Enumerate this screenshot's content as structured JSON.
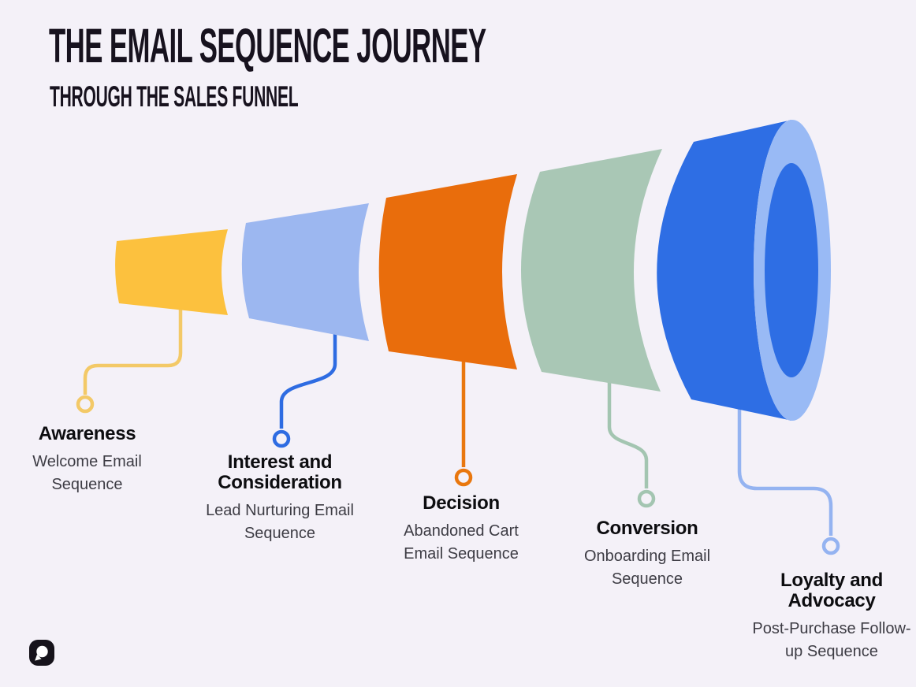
{
  "title": "THE EMAIL SEQUENCE JOURNEY",
  "subtitle": "THROUGH THE SALES FUNNEL",
  "palette": {
    "background": "#f4f1f8",
    "title_text": "#17121e",
    "heading_text": "#0d0d10",
    "body_text": "#3d3c44",
    "logo_color": "#16131b"
  },
  "funnel": {
    "stages": [
      {
        "name": "Awareness",
        "sequence": "Welcome Email Sequence",
        "color": "#fcc13e",
        "connector_color": "#f3c967"
      },
      {
        "name": "Interest and Consideration",
        "sequence": "Lead Nurturing Email Sequence",
        "color": "#9cb7f0",
        "connector_color": "#2e6ce2"
      },
      {
        "name": "Decision",
        "sequence": "Abandoned Cart Email Sequence",
        "color": "#e96d0c",
        "connector_color": "#e9770e"
      },
      {
        "name": "Conversion",
        "sequence": "Onboarding Email Sequence",
        "color": "#a9c7b5",
        "connector_color": "#a3c5b1"
      },
      {
        "name": "Loyalty and Advocacy",
        "sequence": "Post-Purchase Follow-up Sequence",
        "color": "#2e6ee4",
        "connector_color": "#94b3f1"
      }
    ],
    "end_cap": {
      "ring_color": "#99baf5",
      "inner_color": "#2e6ee4"
    }
  },
  "logo": {
    "name": "podia-logo"
  }
}
